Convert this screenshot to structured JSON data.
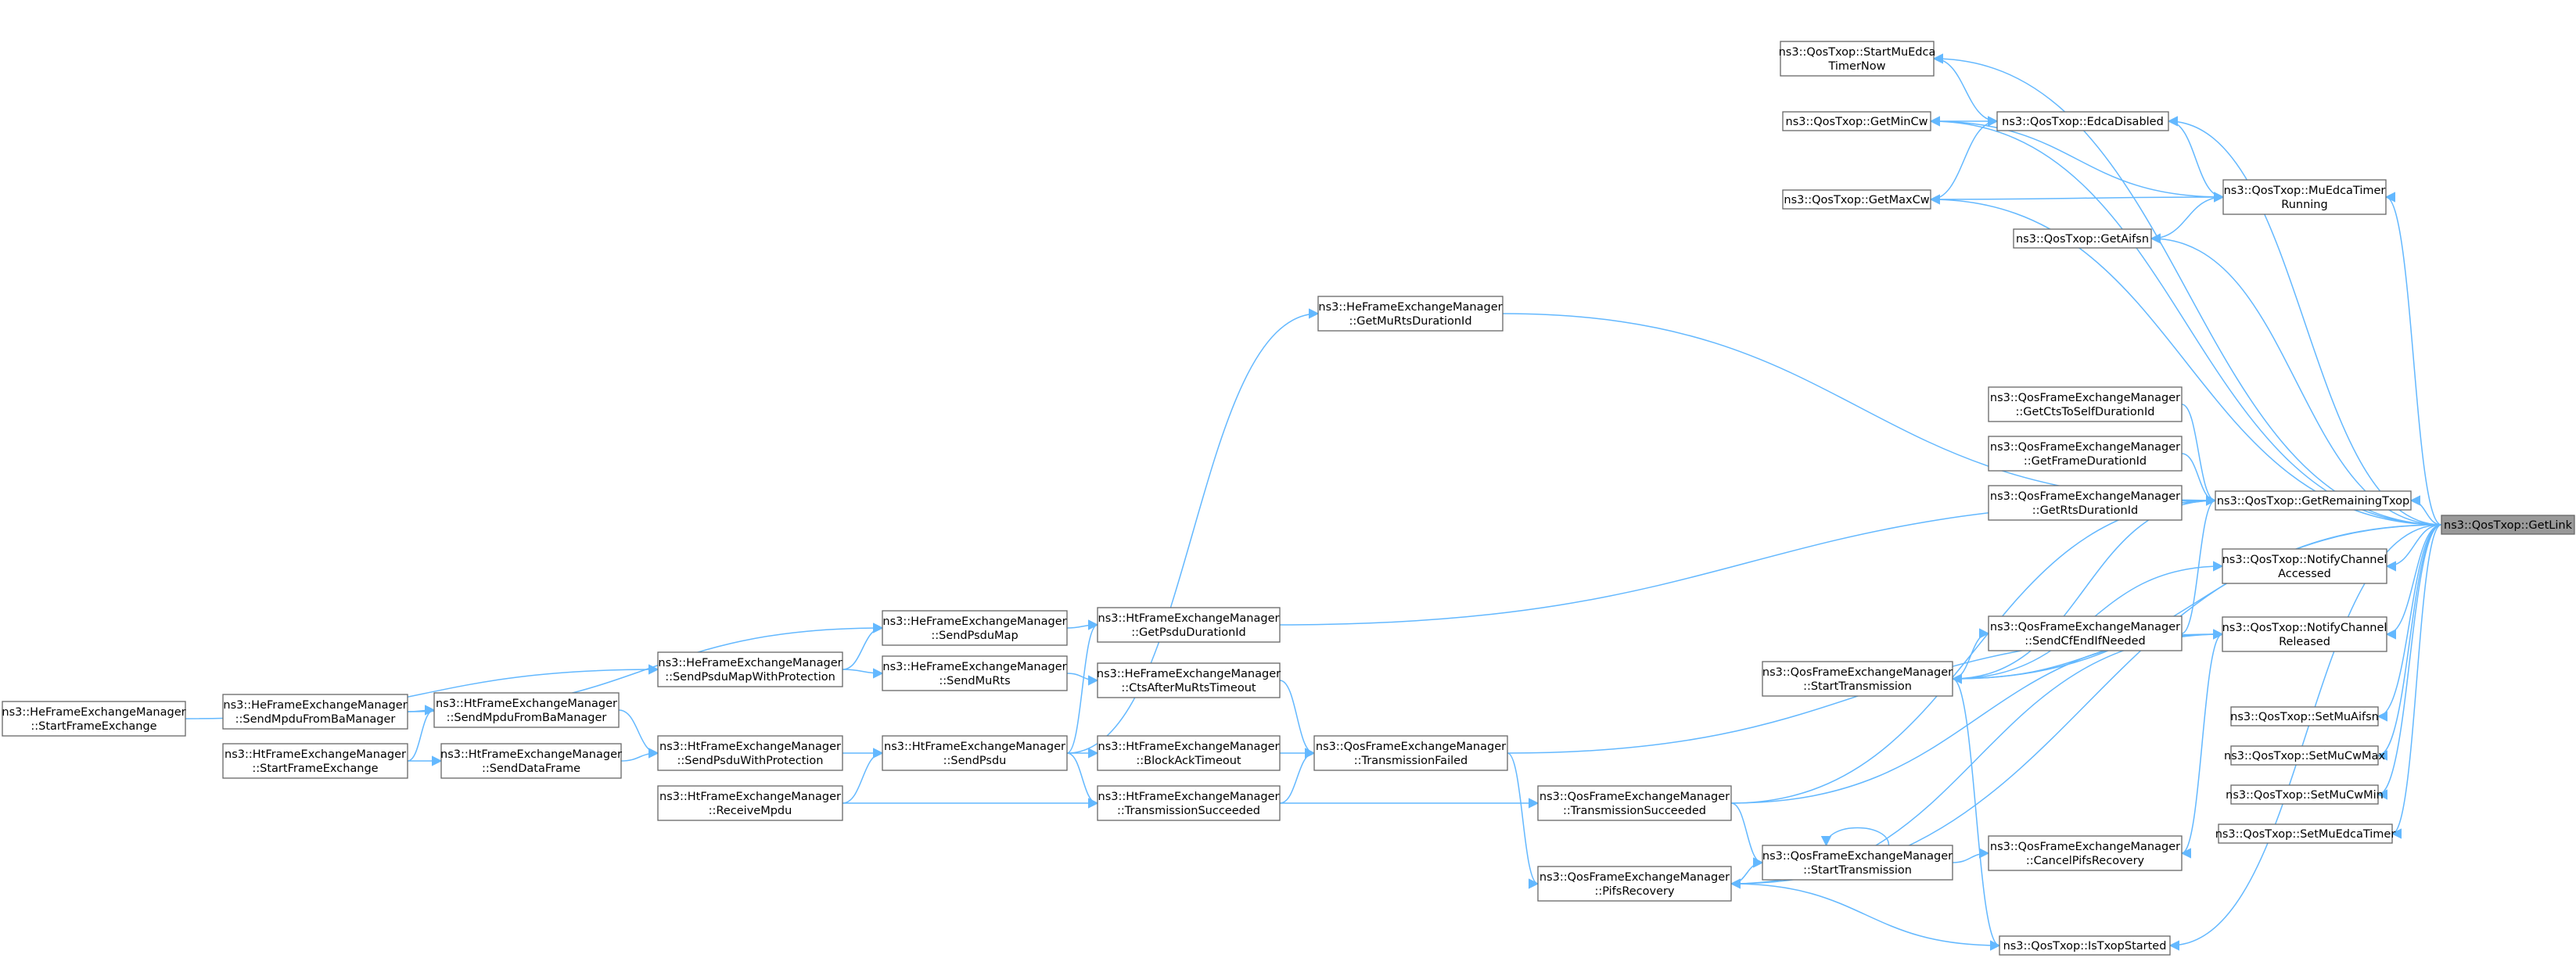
{
  "colors": {
    "edge": "#63b8ff",
    "node_border": "#666666",
    "node_fill": "#ffffff",
    "highlight_fill": "#999999",
    "text": "#000000"
  },
  "nodes": [
    {
      "id": "getlink",
      "lines": [
        "ns3::QosTxop::GetLink"
      ],
      "highlight": true
    },
    {
      "id": "startmuedca",
      "lines": [
        "ns3::QosTxop::StartMuEdca",
        "TimerNow"
      ]
    },
    {
      "id": "getmincw",
      "lines": [
        "ns3::QosTxop::GetMinCw"
      ]
    },
    {
      "id": "edcadisabled",
      "lines": [
        "ns3::QosTxop::EdcaDisabled"
      ]
    },
    {
      "id": "getmaxcw",
      "lines": [
        "ns3::QosTxop::GetMaxCw"
      ]
    },
    {
      "id": "muedcarunning",
      "lines": [
        "ns3::QosTxop::MuEdcaTimer",
        "Running"
      ]
    },
    {
      "id": "getaifsn",
      "lines": [
        "ns3::QosTxop::GetAifsn"
      ]
    },
    {
      "id": "he_getmurts",
      "lines": [
        "ns3::HeFrameExchangeManager",
        "::GetMuRtsDurationId"
      ]
    },
    {
      "id": "qfem_getcts",
      "lines": [
        "ns3::QosFrameExchangeManager",
        "::GetCtsToSelfDurationId"
      ]
    },
    {
      "id": "qfem_getframe",
      "lines": [
        "ns3::QosFrameExchangeManager",
        "::GetFrameDurationId"
      ]
    },
    {
      "id": "qfem_getrts",
      "lines": [
        "ns3::QosFrameExchangeManager",
        "::GetRtsDurationId"
      ]
    },
    {
      "id": "getremaining",
      "lines": [
        "ns3::QosTxop::GetRemainingTxop"
      ]
    },
    {
      "id": "notifyaccessed",
      "lines": [
        "ns3::QosTxop::NotifyChannel",
        "Accessed"
      ]
    },
    {
      "id": "he_sendpsdumap",
      "lines": [
        "ns3::HeFrameExchangeManager",
        "::SendPsduMap"
      ]
    },
    {
      "id": "ht_getpsdudur",
      "lines": [
        "ns3::HtFrameExchangeManager",
        "::GetPsduDurationId"
      ]
    },
    {
      "id": "qfem_sendcfend",
      "lines": [
        "ns3::QosFrameExchangeManager",
        "::SendCfEndIfNeeded"
      ]
    },
    {
      "id": "notifyreleased",
      "lines": [
        "ns3::QosTxop::NotifyChannel",
        "Released"
      ]
    },
    {
      "id": "he_sendpsdumapprot",
      "lines": [
        "ns3::HeFrameExchangeManager",
        "::SendPsduMapWithProtection"
      ]
    },
    {
      "id": "he_sendmurts",
      "lines": [
        "ns3::HeFrameExchangeManager",
        "::SendMuRts"
      ]
    },
    {
      "id": "he_ctsafter",
      "lines": [
        "ns3::HeFrameExchangeManager",
        "::CtsAfterMuRtsTimeout"
      ]
    },
    {
      "id": "qfem_start1",
      "lines": [
        "ns3::QosFrameExchangeManager",
        "::StartTransmission"
      ]
    },
    {
      "id": "he_startframe",
      "lines": [
        "ns3::HeFrameExchangeManager",
        "::StartFrameExchange"
      ]
    },
    {
      "id": "he_sendmpdu",
      "lines": [
        "ns3::HeFrameExchangeManager",
        "::SendMpduFromBaManager"
      ]
    },
    {
      "id": "ht_sendmpdu",
      "lines": [
        "ns3::HtFrameExchangeManager",
        "::SendMpduFromBaManager"
      ]
    },
    {
      "id": "setmuaifsn",
      "lines": [
        "ns3::QosTxop::SetMuAifsn"
      ]
    },
    {
      "id": "ht_startframe",
      "lines": [
        "ns3::HtFrameExchangeManager",
        "::StartFrameExchange"
      ]
    },
    {
      "id": "ht_senddata",
      "lines": [
        "ns3::HtFrameExchangeManager",
        "::SendDataFrame"
      ]
    },
    {
      "id": "ht_sendpsduprot",
      "lines": [
        "ns3::HtFrameExchangeManager",
        "::SendPsduWithProtection"
      ]
    },
    {
      "id": "ht_sendpsdu",
      "lines": [
        "ns3::HtFrameExchangeManager",
        "::SendPsdu"
      ]
    },
    {
      "id": "ht_blockack",
      "lines": [
        "ns3::HtFrameExchangeManager",
        "::BlockAckTimeout"
      ]
    },
    {
      "id": "qfem_txfailed",
      "lines": [
        "ns3::QosFrameExchangeManager",
        "::TransmissionFailed"
      ]
    },
    {
      "id": "setmucwmax",
      "lines": [
        "ns3::QosTxop::SetMuCwMax"
      ]
    },
    {
      "id": "setmucwmin",
      "lines": [
        "ns3::QosTxop::SetMuCwMin"
      ]
    },
    {
      "id": "ht_receivempdu",
      "lines": [
        "ns3::HtFrameExchangeManager",
        "::ReceiveMpdu"
      ]
    },
    {
      "id": "ht_txsucc",
      "lines": [
        "ns3::HtFrameExchangeManager",
        "::TransmissionSucceeded"
      ]
    },
    {
      "id": "qfem_txsucc",
      "lines": [
        "ns3::QosFrameExchangeManager",
        "::TransmissionSucceeded"
      ]
    },
    {
      "id": "setmuedca",
      "lines": [
        "ns3::QosTxop::SetMuEdcaTimer"
      ]
    },
    {
      "id": "qfem_start2",
      "lines": [
        "ns3::QosFrameExchangeManager",
        "::StartTransmission"
      ]
    },
    {
      "id": "qfem_cancelpifs",
      "lines": [
        "ns3::QosFrameExchangeManager",
        "::CancelPifsRecovery"
      ]
    },
    {
      "id": "qfem_pifs",
      "lines": [
        "ns3::QosFrameExchangeManager",
        "::PifsRecovery"
      ]
    },
    {
      "id": "istxopstarted",
      "lines": [
        "ns3::QosTxop::IsTxopStarted"
      ]
    }
  ],
  "edges": [
    [
      "startmuedca",
      "getlink"
    ],
    [
      "edcadisabled",
      "startmuedca"
    ],
    [
      "getmincw",
      "getlink"
    ],
    [
      "edcadisabled",
      "getlink"
    ],
    [
      "edcadisabled",
      "getmincw"
    ],
    [
      "edcadisabled",
      "getmaxcw"
    ],
    [
      "muedcarunning",
      "getlink"
    ],
    [
      "muedcarunning",
      "edcadisabled"
    ],
    [
      "muedcarunning",
      "getmincw"
    ],
    [
      "muedcarunning",
      "getmaxcw"
    ],
    [
      "muedcarunning",
      "getaifsn"
    ],
    [
      "getmaxcw",
      "getlink"
    ],
    [
      "getaifsn",
      "getlink"
    ],
    [
      "getremaining",
      "getlink"
    ],
    [
      "getremaining",
      "he_getmurts"
    ],
    [
      "getremaining",
      "qfem_getcts"
    ],
    [
      "getremaining",
      "qfem_getframe"
    ],
    [
      "getremaining",
      "qfem_getrts"
    ],
    [
      "getremaining",
      "ht_getpsdudur"
    ],
    [
      "getremaining",
      "qfem_sendcfend"
    ],
    [
      "getremaining",
      "qfem_start1"
    ],
    [
      "getremaining",
      "qfem_txsucc"
    ],
    [
      "he_getmurts",
      "ht_sendpsdu"
    ],
    [
      "ht_getpsdudur",
      "he_sendpsdumap"
    ],
    [
      "ht_getpsdudur",
      "ht_sendpsdu"
    ],
    [
      "he_sendpsdumap",
      "he_sendpsdumapprot"
    ],
    [
      "he_sendpsdumap",
      "he_sendmpdu"
    ],
    [
      "he_sendmurts",
      "he_sendpsdumapprot"
    ],
    [
      "he_ctsafter",
      "he_sendmurts"
    ],
    [
      "he_sendpsdumapprot",
      "he_startframe"
    ],
    [
      "ht_sendmpdu",
      "he_sendmpdu"
    ],
    [
      "ht_sendmpdu",
      "ht_startframe"
    ],
    [
      "ht_sendpsduprot",
      "ht_sendmpdu"
    ],
    [
      "ht_sendpsduprot",
      "ht_senddata"
    ],
    [
      "ht_senddata",
      "ht_startframe"
    ],
    [
      "ht_sendpsdu",
      "ht_sendpsduprot"
    ],
    [
      "ht_sendpsdu",
      "ht_receivempdu"
    ],
    [
      "ht_blockack",
      "ht_sendpsdu"
    ],
    [
      "ht_txsucc",
      "ht_sendpsdu"
    ],
    [
      "ht_txsucc",
      "ht_receivempdu"
    ],
    [
      "qfem_txfailed",
      "he_ctsafter"
    ],
    [
      "qfem_txfailed",
      "ht_blockack"
    ],
    [
      "qfem_txfailed",
      "ht_txsucc"
    ],
    [
      "qfem_txsucc",
      "ht_txsucc"
    ],
    [
      "qfem_pifs",
      "qfem_txfailed"
    ],
    [
      "qfem_start2",
      "qfem_txsucc"
    ],
    [
      "qfem_start2",
      "qfem_start2"
    ],
    [
      "qfem_start2",
      "qfem_pifs"
    ],
    [
      "qfem_sendcfend",
      "qfem_start1"
    ],
    [
      "notifyaccessed",
      "getlink"
    ],
    [
      "notifyaccessed",
      "qfem_start1"
    ],
    [
      "notifyreleased",
      "getlink"
    ],
    [
      "notifyreleased",
      "qfem_start1"
    ],
    [
      "notifyreleased",
      "qfem_txfailed"
    ],
    [
      "notifyreleased",
      "qfem_txsucc"
    ],
    [
      "notifyreleased",
      "qfem_pifs"
    ],
    [
      "qfem_cancelpifs",
      "qfem_start2"
    ],
    [
      "qfem_cancelpifs",
      "notifyreleased"
    ],
    [
      "istxopstarted",
      "getlink"
    ],
    [
      "istxopstarted",
      "qfem_start1"
    ],
    [
      "istxopstarted",
      "qfem_pifs"
    ],
    [
      "setmuaifsn",
      "getlink"
    ],
    [
      "setmucwmax",
      "getlink"
    ],
    [
      "setmucwmin",
      "getlink"
    ],
    [
      "setmuedca",
      "getlink"
    ],
    [
      "qfem_start1",
      "getlink"
    ],
    [
      "qfem_pifs",
      "getlink"
    ]
  ]
}
